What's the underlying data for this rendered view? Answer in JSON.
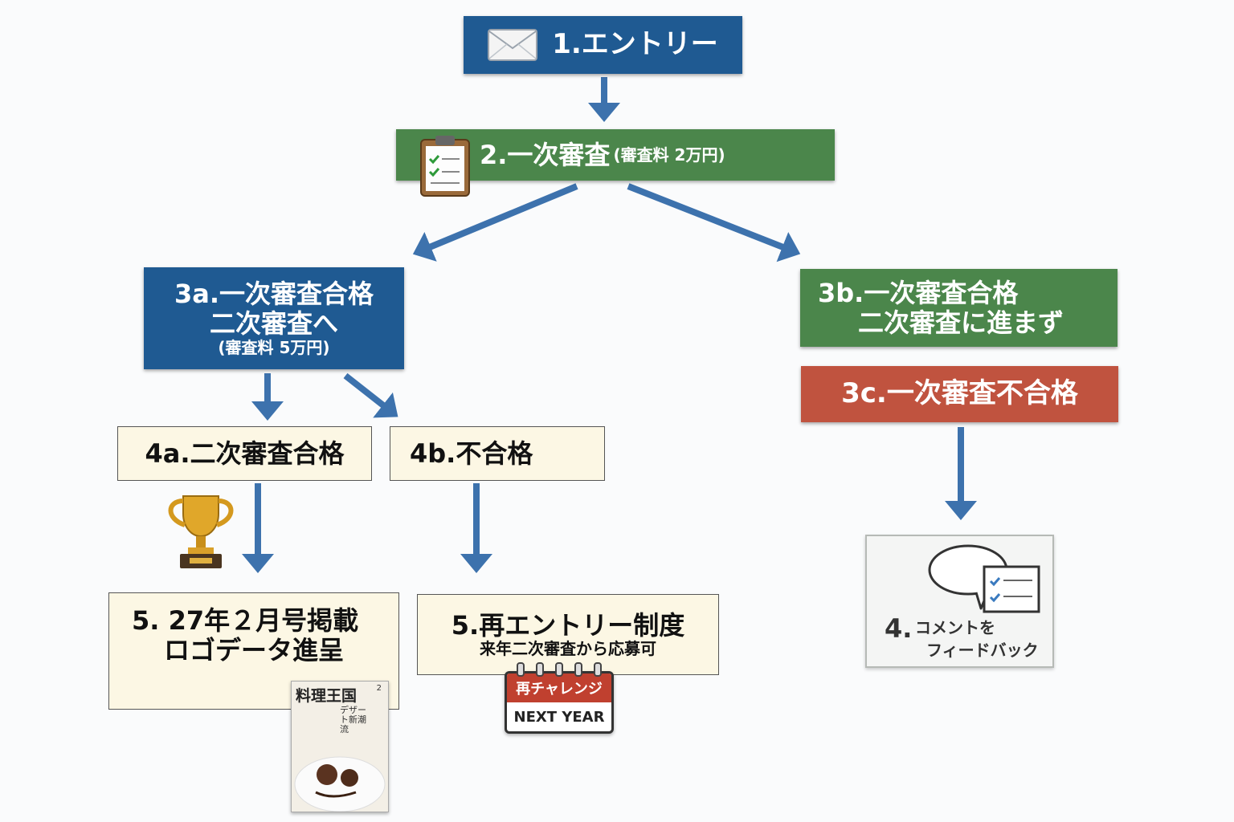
{
  "nodes": {
    "entry": {
      "label": "1.エントリー"
    },
    "first": {
      "label": "2.一次審査",
      "fee": "(審査料 2万円)"
    },
    "pass3a": {
      "line1": "3a.一次審査合格",
      "line2": "二次審査へ",
      "fee": "(審査料 5万円)"
    },
    "pass3b": {
      "line1": "3b.一次審査合格",
      "line2": "二次審査に進まず"
    },
    "fail3c": {
      "label": "3c.一次審査不合格"
    },
    "pass4a": {
      "label": "4a.二次審査合格"
    },
    "fail4b": {
      "label": "4b.不合格"
    },
    "result5a": {
      "line1": "5. 27年２月号掲載",
      "line2": "ロゴデータ進呈"
    },
    "result5b": {
      "line1": "5.再エントリー制度",
      "line2": "来年二次審査から応募可"
    },
    "feedback": {
      "num": "4.",
      "line1": "コメントを",
      "line2": "フィードバック"
    }
  },
  "badges": {
    "calendar_top": "再チャレンジ",
    "calendar_bottom": "NEXT YEAR"
  },
  "magazine": {
    "title": "料理王国",
    "issue": "2",
    "feature": "デザート新潮流"
  },
  "icons": [
    "envelope-icon",
    "clipboard-icon",
    "trophy-icon",
    "calendar-icon",
    "comment-checklist-icon",
    "magazine-cover"
  ],
  "colors": {
    "blue": "#1f5a92",
    "green": "#4b864b",
    "red": "#c0533f",
    "cream": "#fcf7e4",
    "arrow": "#3d72ad"
  }
}
